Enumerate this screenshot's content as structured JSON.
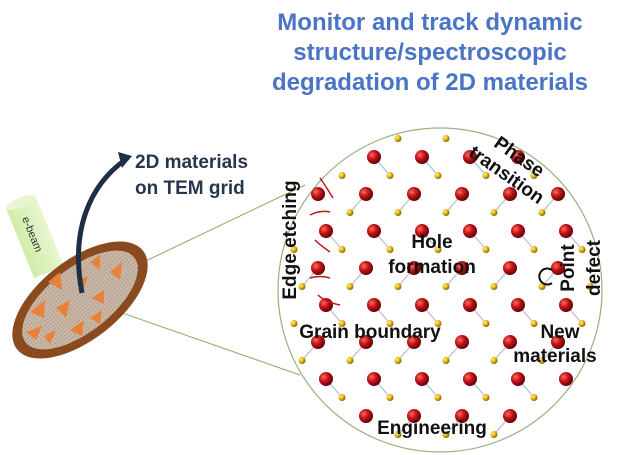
{
  "title": {
    "lines": [
      "Monitor and track dynamic",
      "structure/spectroscopic",
      "degradation of 2D materials"
    ]
  },
  "grid_label": {
    "lines": [
      "2D materials",
      "on TEM grid"
    ]
  },
  "beam_label": "e-beam",
  "labels": {
    "phase_transition": [
      "Phase",
      "transition"
    ],
    "edge_etching": "Edge etching",
    "hole_formation": [
      "Hole",
      "formation"
    ],
    "point_defect": [
      "Point",
      "defect"
    ],
    "grain_boundary": "Grain boundary",
    "new_materials": [
      "New",
      "materials"
    ],
    "engineering": "Engineering"
  },
  "colors": {
    "title": "#4a74c6",
    "metal_atom": "#c0141a",
    "chalcogen_atom": "#e8b810",
    "grid_rim": "#8a4a1e",
    "flake": "#e8813a",
    "beam": "#cfeaa0"
  }
}
